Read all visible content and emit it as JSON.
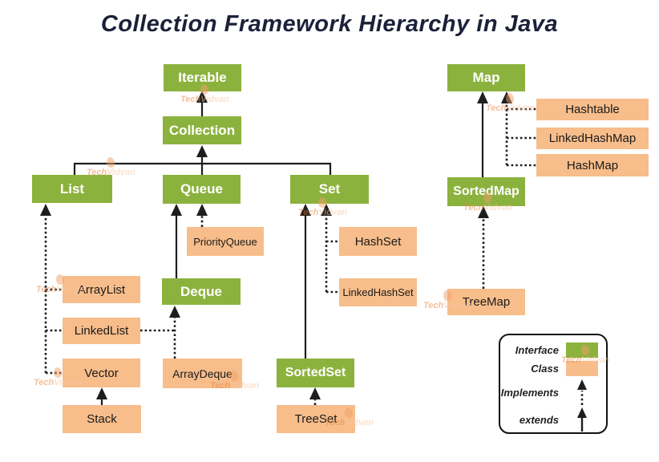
{
  "title": "Collection Framework Hierarchy in Java",
  "colors": {
    "interface_fill": "#8cb23e",
    "class_fill": "#f7bd8b",
    "interface_text": "#ffffff",
    "class_text": "#1a1a1a",
    "title_text": "#1b2139",
    "line": "#1e1e1e",
    "watermark": "#f0945a",
    "background": "#ffffff"
  },
  "nodes": [
    {
      "id": "iterable",
      "label": "Iterable",
      "type": "interface"
    },
    {
      "id": "collection",
      "label": "Collection",
      "type": "interface"
    },
    {
      "id": "list",
      "label": "List",
      "type": "interface"
    },
    {
      "id": "queue",
      "label": "Queue",
      "type": "interface"
    },
    {
      "id": "set",
      "label": "Set",
      "type": "interface"
    },
    {
      "id": "map",
      "label": "Map",
      "type": "interface"
    },
    {
      "id": "sortedmap",
      "label": "SortedMap",
      "type": "interface"
    },
    {
      "id": "deque",
      "label": "Deque",
      "type": "interface"
    },
    {
      "id": "sortedset",
      "label": "SortedSet",
      "type": "interface"
    },
    {
      "id": "priorityqueue",
      "label": "PriorityQueue",
      "type": "class"
    },
    {
      "id": "hashset",
      "label": "HashSet",
      "type": "class"
    },
    {
      "id": "linkedhashset",
      "label": "LinkedHashSet",
      "type": "class"
    },
    {
      "id": "arraylist",
      "label": "ArrayList",
      "type": "class"
    },
    {
      "id": "linkedlist",
      "label": "LinkedList",
      "type": "class"
    },
    {
      "id": "vector",
      "label": "Vector",
      "type": "class"
    },
    {
      "id": "stack",
      "label": "Stack",
      "type": "class"
    },
    {
      "id": "arraydeque",
      "label": "ArrayDeque",
      "type": "class"
    },
    {
      "id": "treeset",
      "label": "TreeSet",
      "type": "class"
    },
    {
      "id": "treemap",
      "label": "TreeMap",
      "type": "class"
    },
    {
      "id": "hashtable",
      "label": "Hashtable",
      "type": "class"
    },
    {
      "id": "linkedhashmap",
      "label": "LinkedHashMap",
      "type": "class"
    },
    {
      "id": "hashmap",
      "label": "HashMap",
      "type": "class"
    }
  ],
  "edges": [
    {
      "from": "Collection",
      "to": "Iterable",
      "relation": "extends"
    },
    {
      "from": "List",
      "to": "Collection",
      "relation": "extends"
    },
    {
      "from": "Queue",
      "to": "Collection",
      "relation": "extends"
    },
    {
      "from": "Set",
      "to": "Collection",
      "relation": "extends"
    },
    {
      "from": "Deque",
      "to": "Queue",
      "relation": "extends"
    },
    {
      "from": "PriorityQueue",
      "to": "Queue",
      "relation": "implements"
    },
    {
      "from": "SortedSet",
      "to": "Set",
      "relation": "extends"
    },
    {
      "from": "HashSet",
      "to": "Set",
      "relation": "implements"
    },
    {
      "from": "LinkedHashSet",
      "to": "Set",
      "relation": "implements"
    },
    {
      "from": "ArrayList",
      "to": "List",
      "relation": "implements"
    },
    {
      "from": "LinkedList",
      "to": "List",
      "relation": "implements"
    },
    {
      "from": "Vector",
      "to": "List",
      "relation": "implements"
    },
    {
      "from": "Stack",
      "to": "Vector",
      "relation": "extends"
    },
    {
      "from": "ArrayDeque",
      "to": "Deque",
      "relation": "implements"
    },
    {
      "from": "LinkedList",
      "to": "Deque",
      "relation": "implements"
    },
    {
      "from": "TreeSet",
      "to": "SortedSet",
      "relation": "implements"
    },
    {
      "from": "SortedMap",
      "to": "Map",
      "relation": "extends"
    },
    {
      "from": "Hashtable",
      "to": "Map",
      "relation": "implements"
    },
    {
      "from": "LinkedHashMap",
      "to": "Map",
      "relation": "implements"
    },
    {
      "from": "HashMap",
      "to": "Map",
      "relation": "implements"
    },
    {
      "from": "TreeMap",
      "to": "SortedMap",
      "relation": "implements"
    }
  ],
  "legend": {
    "interface_label": "Interface",
    "class_label": "Class",
    "implements_label": "Implements",
    "extends_label": "extends"
  },
  "watermark": {
    "tech": "Tech",
    "vidvan": "Vidvan"
  }
}
